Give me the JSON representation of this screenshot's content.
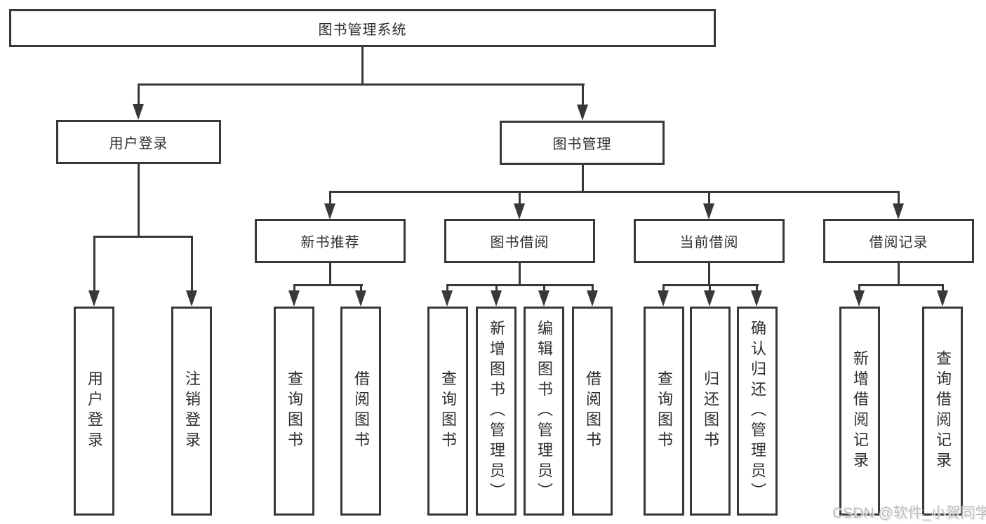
{
  "colors": {
    "background": "#ffffff",
    "line": "#383838",
    "text": "#2e2e2e",
    "watermark": "#bdbdbd"
  },
  "tree": {
    "root": {
      "label": "图书管理系统"
    },
    "branches": [
      {
        "label": "用户登录",
        "children": [
          {
            "label": "用户登录"
          },
          {
            "label": "注销登录"
          }
        ]
      },
      {
        "label": "图书管理",
        "children": [
          {
            "label": "新书推荐",
            "children": [
              {
                "label": "查询图书"
              },
              {
                "label": "借阅图书"
              }
            ]
          },
          {
            "label": "图书借阅",
            "children": [
              {
                "label": "查询图书"
              },
              {
                "label": "新增图书（管理员）"
              },
              {
                "label": "编辑图书（管理员）"
              },
              {
                "label": "借阅图书"
              }
            ]
          },
          {
            "label": "当前借阅",
            "children": [
              {
                "label": "查询图书"
              },
              {
                "label": "归还图书"
              },
              {
                "label": "确认归还（管理员）"
              }
            ]
          },
          {
            "label": "借阅记录",
            "children": [
              {
                "label": "新增借阅记录"
              },
              {
                "label": "查询借阅记录"
              }
            ]
          }
        ]
      }
    ]
  },
  "watermark": {
    "text": "CSDN @软件_小贺同学"
  }
}
